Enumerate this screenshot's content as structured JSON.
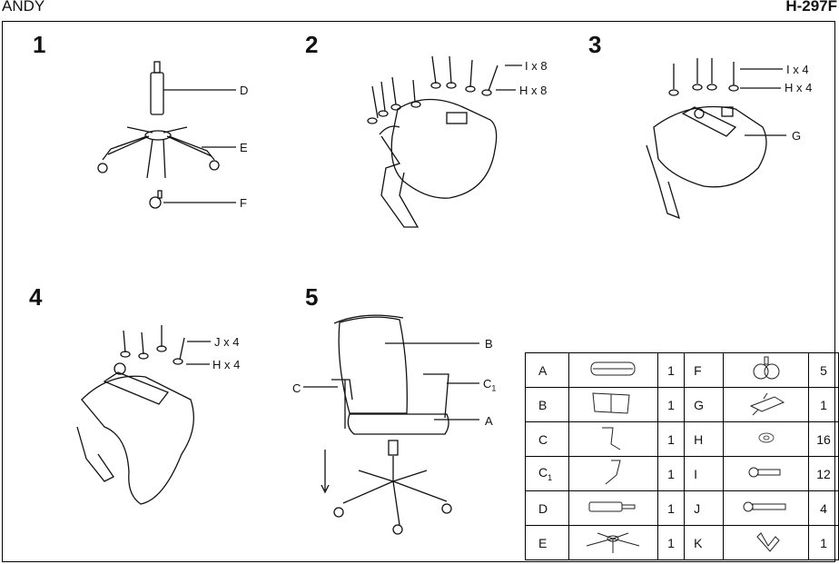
{
  "header": {
    "model_name": "ANDY",
    "model_code": "H-297F"
  },
  "steps": [
    "1",
    "2",
    "3",
    "4",
    "5"
  ],
  "callouts": {
    "D": "D",
    "E": "E",
    "F": "F",
    "I8": "I x 8",
    "H8": "H x 8",
    "I4": "I x 4",
    "H4": "H x 4",
    "G": "G",
    "J4": "J x 4",
    "H4b": "H x 4",
    "B": "B",
    "C": "C",
    "C1_main": "C",
    "C1_sub": "1",
    "A": "A"
  },
  "parts": [
    {
      "letter": "A",
      "sub": "",
      "qty": "1",
      "icon": "seat-icon"
    },
    {
      "letter": "B",
      "sub": "",
      "qty": "1",
      "icon": "backrest-icon"
    },
    {
      "letter": "C",
      "sub": "",
      "qty": "1",
      "icon": "armrest-icon"
    },
    {
      "letter": "C",
      "sub": "1",
      "qty": "1",
      "icon": "armrest-icon"
    },
    {
      "letter": "D",
      "sub": "",
      "qty": "1",
      "icon": "gas-lift-icon"
    },
    {
      "letter": "E",
      "sub": "",
      "qty": "1",
      "icon": "star-base-icon"
    },
    {
      "letter": "F",
      "sub": "",
      "qty": "5",
      "icon": "caster-icon"
    },
    {
      "letter": "G",
      "sub": "",
      "qty": "1",
      "icon": "mechanism-icon"
    },
    {
      "letter": "H",
      "sub": "",
      "qty": "16",
      "icon": "washer-icon"
    },
    {
      "letter": "I",
      "sub": "",
      "qty": "12",
      "icon": "bolt-icon"
    },
    {
      "letter": "J",
      "sub": "",
      "qty": "4",
      "icon": "long-bolt-icon"
    },
    {
      "letter": "K",
      "sub": "",
      "qty": "1",
      "icon": "allen-key-icon"
    }
  ]
}
